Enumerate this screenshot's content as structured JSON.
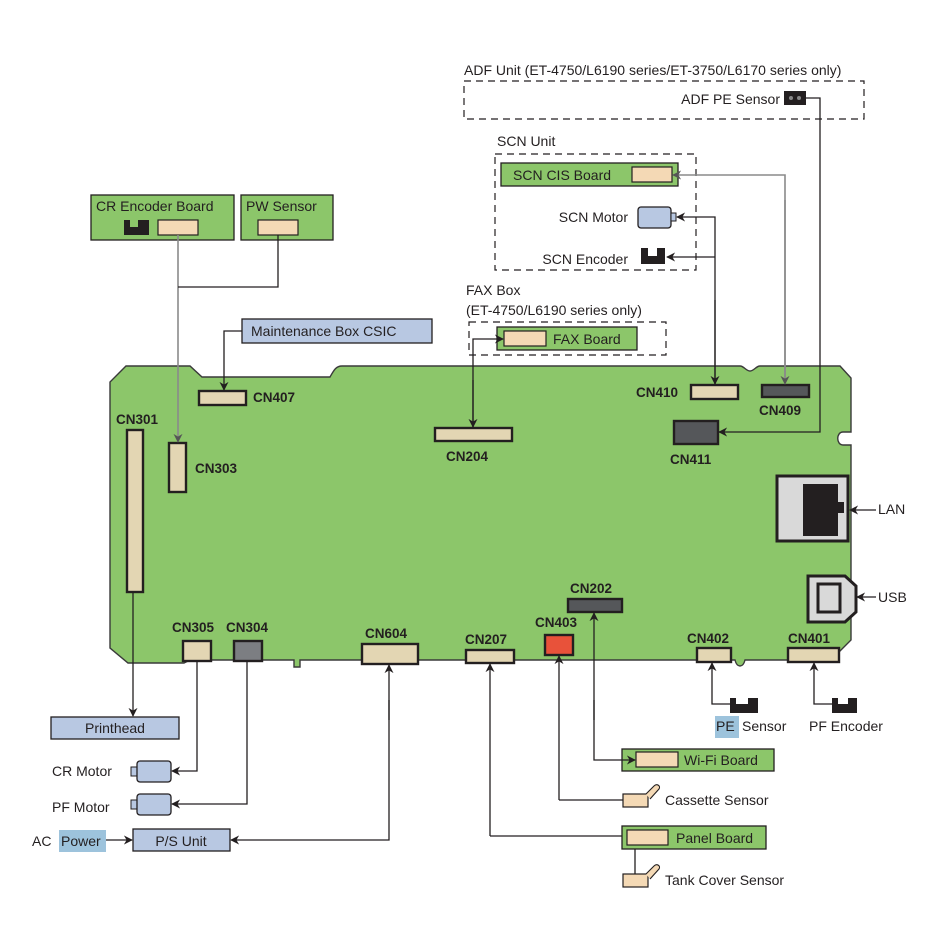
{
  "diagram": {
    "title": "Main Board Connection Diagram",
    "colors": {
      "board_green": "#8cc66a",
      "connector_beige": "#e3d6b3",
      "connector_dark": "#55575a",
      "connector_red": "#e8523a",
      "component_blue": "#b8c8e2",
      "highlight_blue": "#9dc3dc"
    },
    "groups": {
      "adf": {
        "label": "ADF Unit (ET-4750/L6190 series/ET-3750/L6170 series only)",
        "items": {
          "adf_pe_sensor": "ADF PE Sensor"
        }
      },
      "scn": {
        "label": "SCN Unit",
        "items": {
          "cis_board": "SCN CIS Board",
          "motor": "SCN Motor",
          "encoder": "SCN Encoder"
        }
      },
      "fax": {
        "label_line1": "FAX Box",
        "label_line2": "(ET-4750/L6190 series only)",
        "items": {
          "fax_board": "FAX Board"
        }
      }
    },
    "components": {
      "cr_encoder_board": "CR Encoder Board",
      "pw_sensor": "PW Sensor",
      "maintenance_box": "Maintenance Box CSIC",
      "printhead": "Printhead",
      "cr_motor": "CR Motor",
      "pf_motor": "PF Motor",
      "ac_power_prefix": "AC",
      "ac_power_highlight": "Power",
      "ps_unit": "P/S Unit",
      "wifi_board": "Wi-Fi Board",
      "cassette_sensor": "Cassette Sensor",
      "panel_board": "Panel Board",
      "tank_cover_sensor": "Tank Cover Sensor",
      "pe_sensor_highlight": "PE",
      "pe_sensor_suffix": "Sensor",
      "pf_encoder": "PF Encoder",
      "lan": "LAN",
      "usb": "USB"
    },
    "connectors": {
      "cn301": "CN301",
      "cn303": "CN303",
      "cn407": "CN407",
      "cn204": "CN204",
      "cn410": "CN410",
      "cn409": "CN409",
      "cn411": "CN411",
      "cn305": "CN305",
      "cn304": "CN304",
      "cn604": "CN604",
      "cn207": "CN207",
      "cn403": "CN403",
      "cn202": "CN202",
      "cn402": "CN402",
      "cn401": "CN401"
    }
  }
}
